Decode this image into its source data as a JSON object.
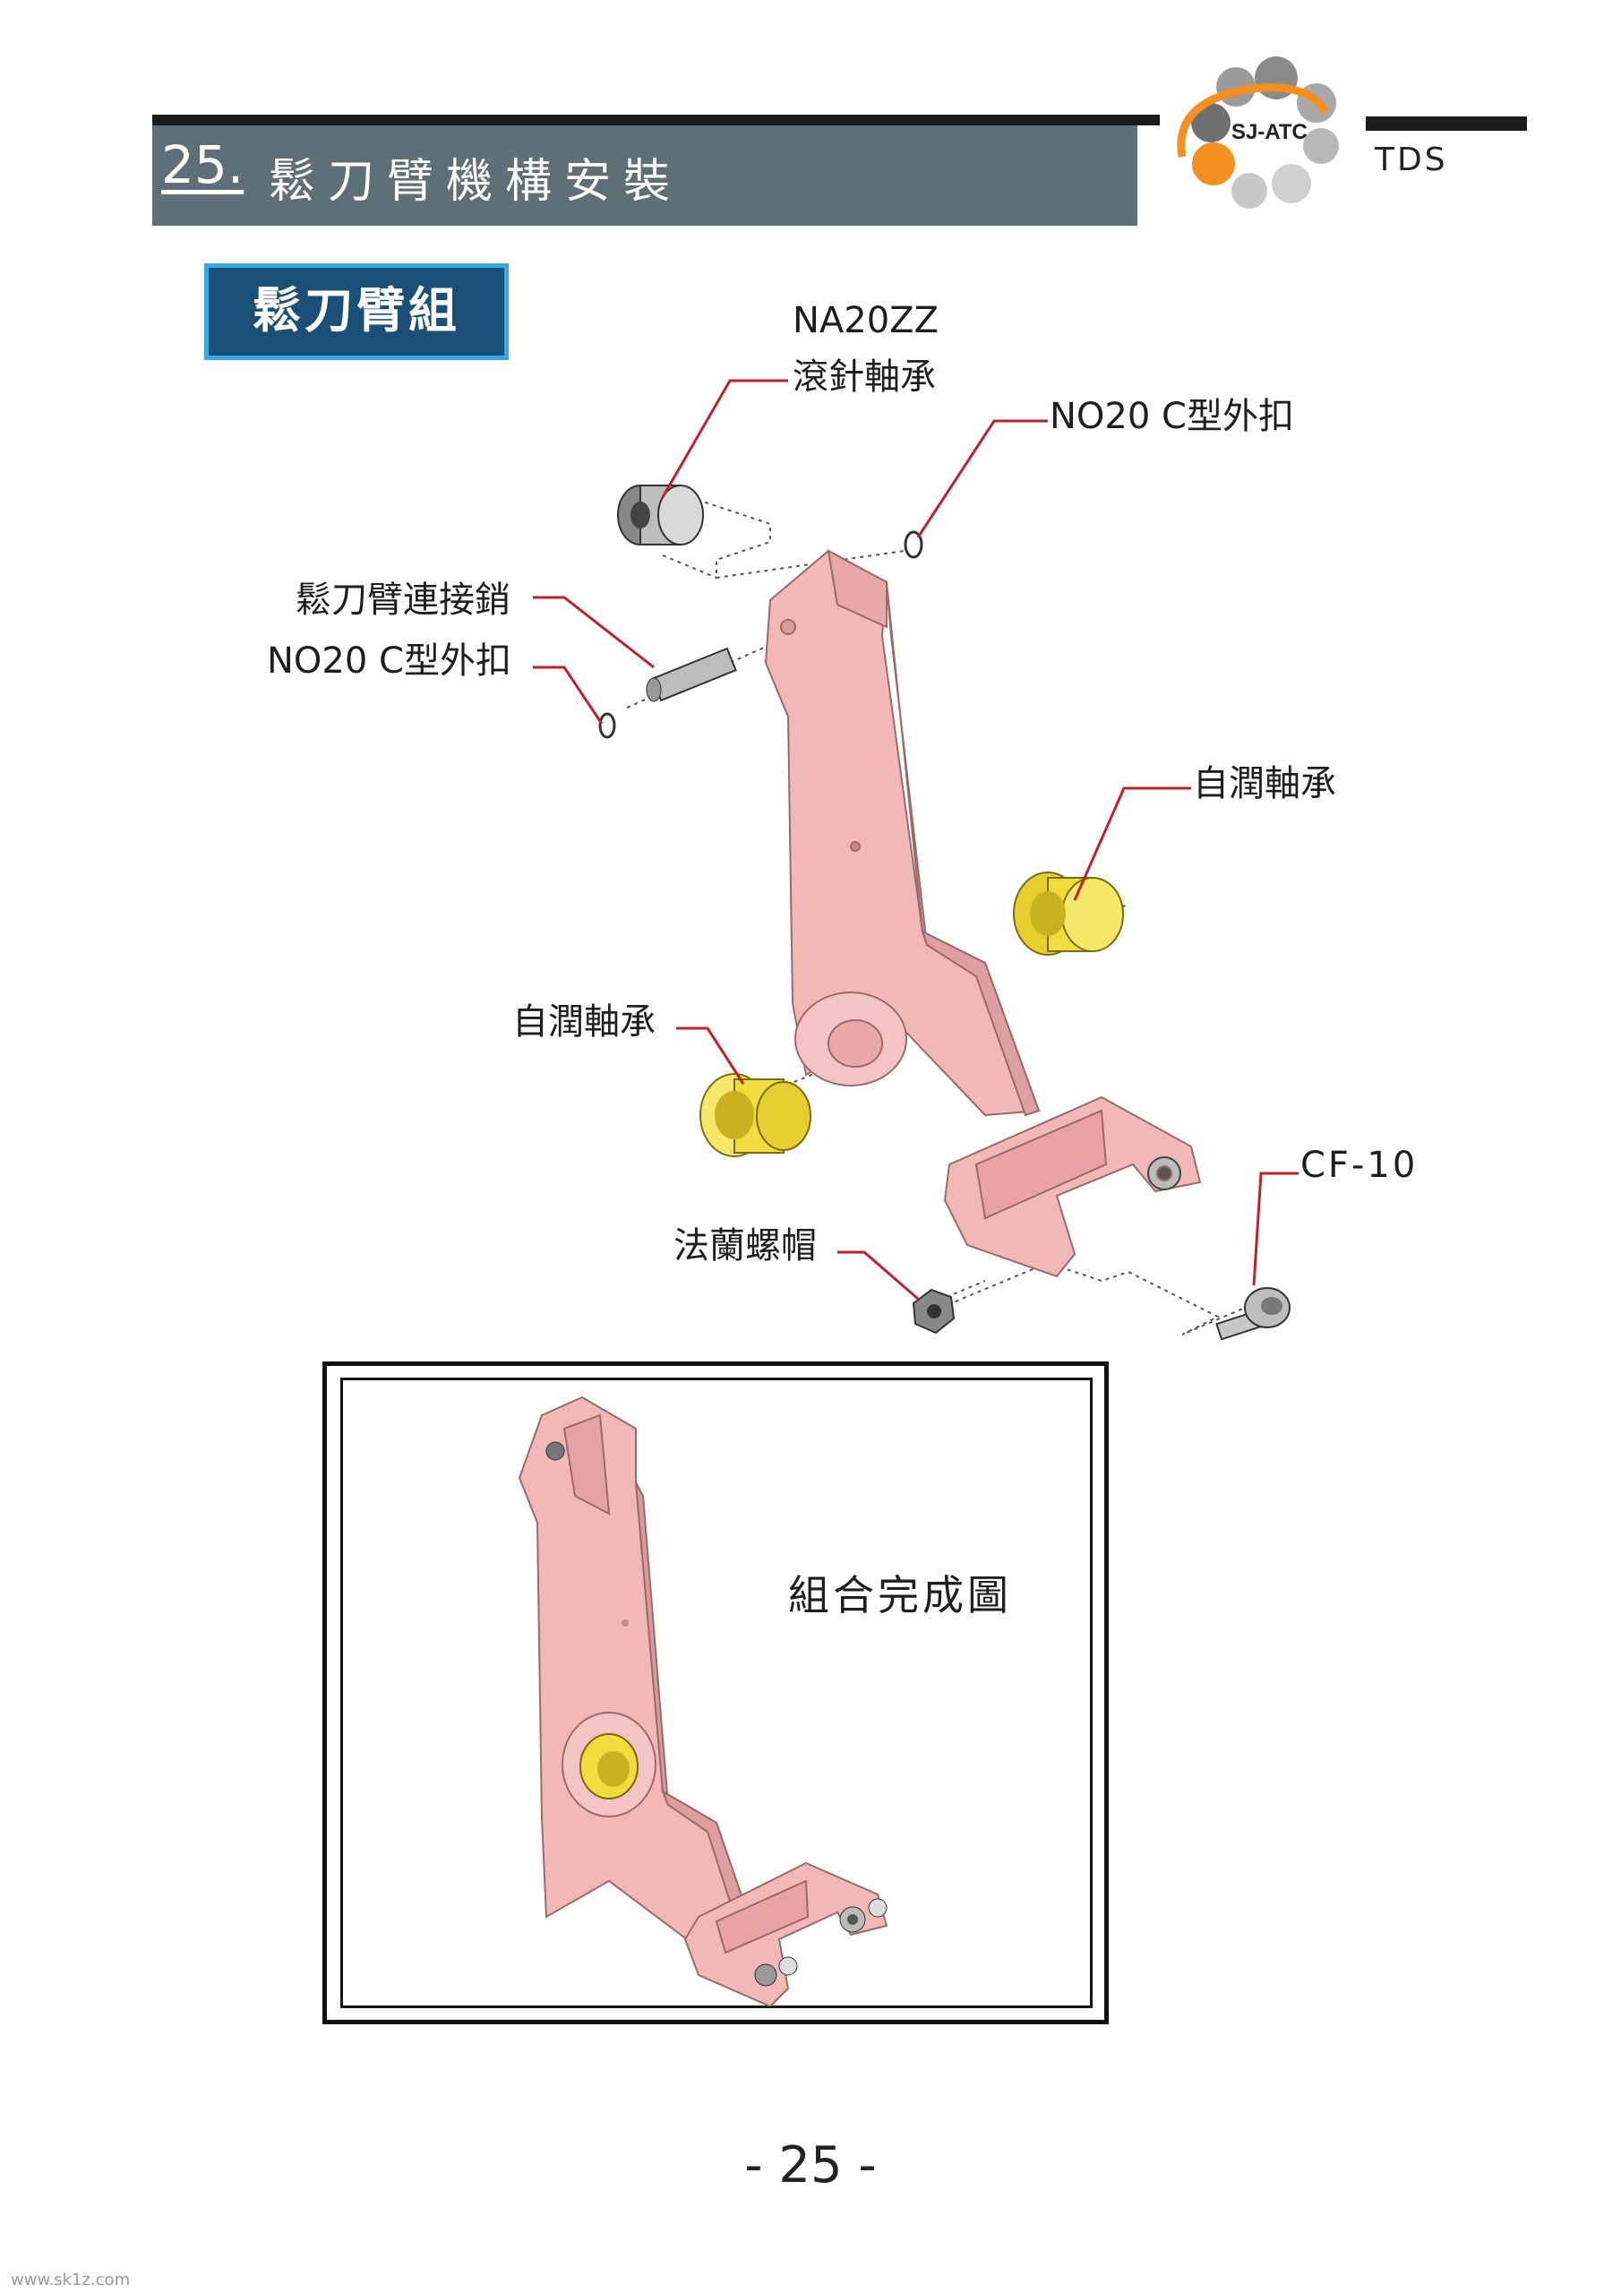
{
  "header": {
    "section_number": "25.",
    "section_title": "鬆刀臂機構安裝",
    "logo_text": "SJ-ATC",
    "right_label": "TDS"
  },
  "section_tag": "鬆刀臂組",
  "callouts": {
    "needle_bearing_model": "NA20ZZ",
    "needle_bearing_name": "滾針軸承",
    "clip_top": "NO20 C型外扣",
    "pin": "鬆刀臂連接銷",
    "clip_left": "NO20 C型外扣",
    "oilless_bearing_right": "自潤軸承",
    "oilless_bearing_left": "自潤軸承",
    "cam_follower": "CF-10",
    "flange_nut": "法蘭螺帽"
  },
  "assembled_label": "組合完成圖",
  "page_number": "- 25 -",
  "footer_watermark": "www.sk1z.com",
  "colors": {
    "band": "#5e6f78",
    "tag_fill": "#1a4f77",
    "tag_border": "#36a9e1",
    "part_pink": "#f2b8b8",
    "bearing_yellow": "#f0dc3c",
    "leader_red": "#c0202a",
    "logo_orange": "#f39020"
  }
}
